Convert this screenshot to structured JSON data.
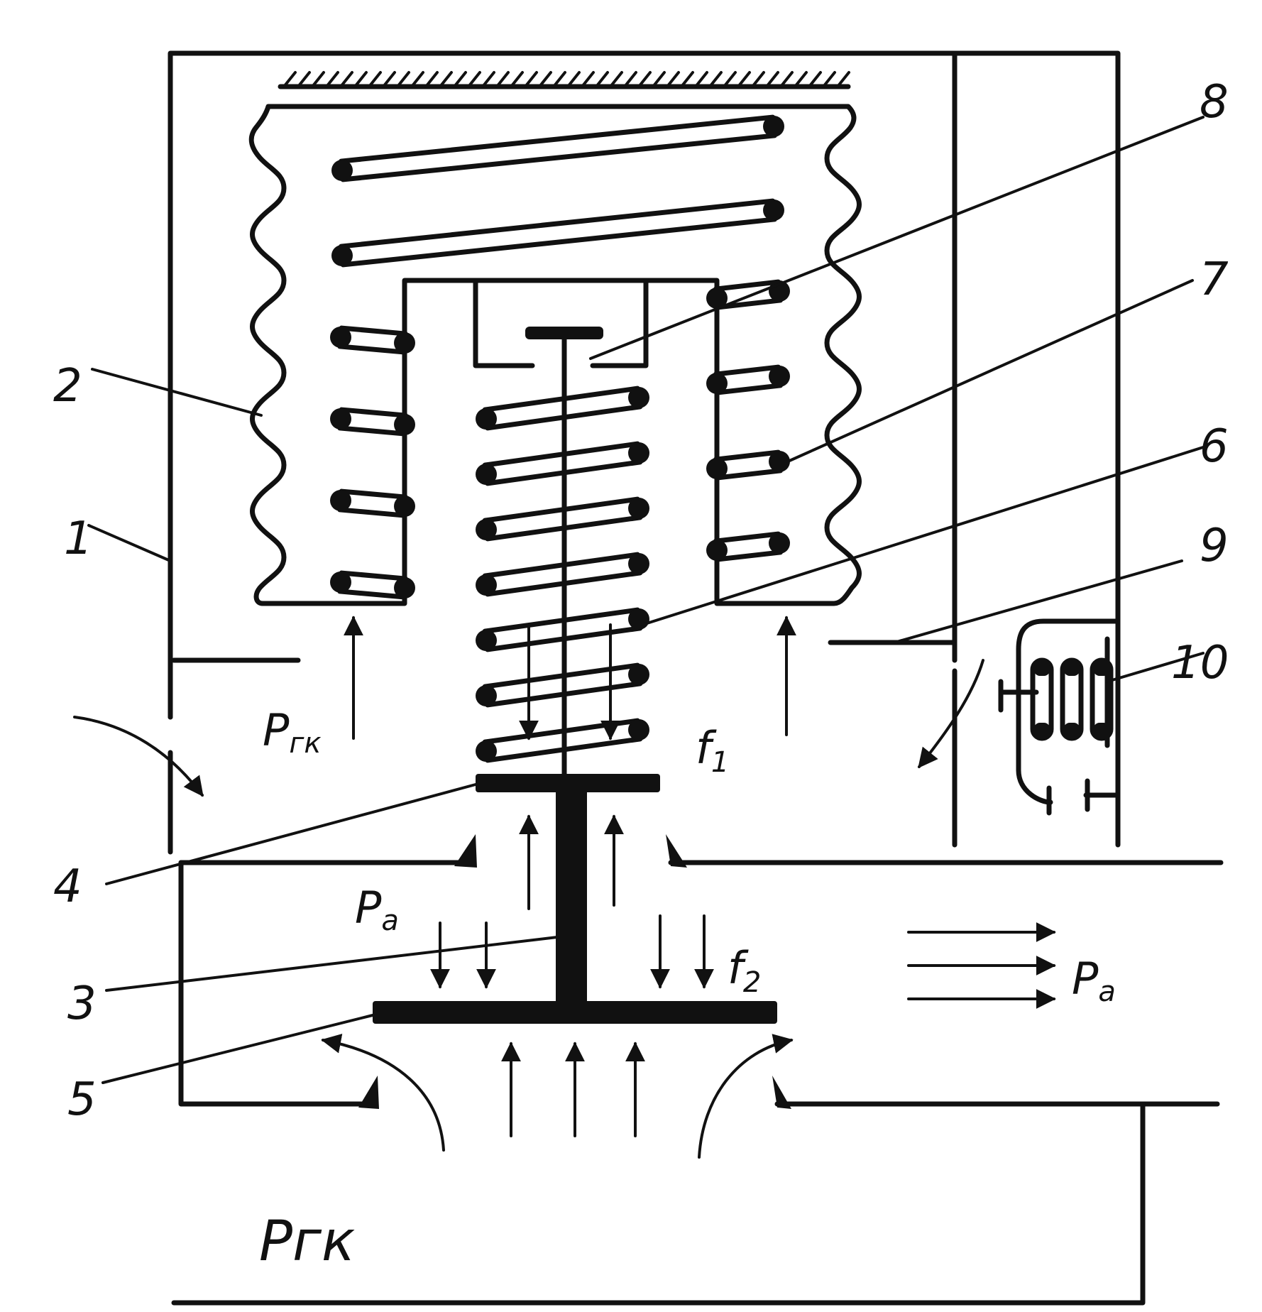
{
  "labels": {
    "n1": "1",
    "n2": "2",
    "n3": "3",
    "n4": "4",
    "n5": "5",
    "n6": "6",
    "n7": "7",
    "n8": "8",
    "n9": "9",
    "n10": "10"
  },
  "symbols": {
    "p_gk_main": "P",
    "p_gk_main_sub": "гк",
    "p_a_left": "P",
    "p_a_left_sub": "a",
    "p_a_right": "P",
    "p_a_right_sub": "a",
    "f1": "f",
    "f1_sub": "1",
    "f2": "f",
    "f2_sub": "2",
    "p_gk_bottom": "Pгк"
  },
  "colors": {
    "ink": "#111111",
    "background": "#ffffff"
  }
}
